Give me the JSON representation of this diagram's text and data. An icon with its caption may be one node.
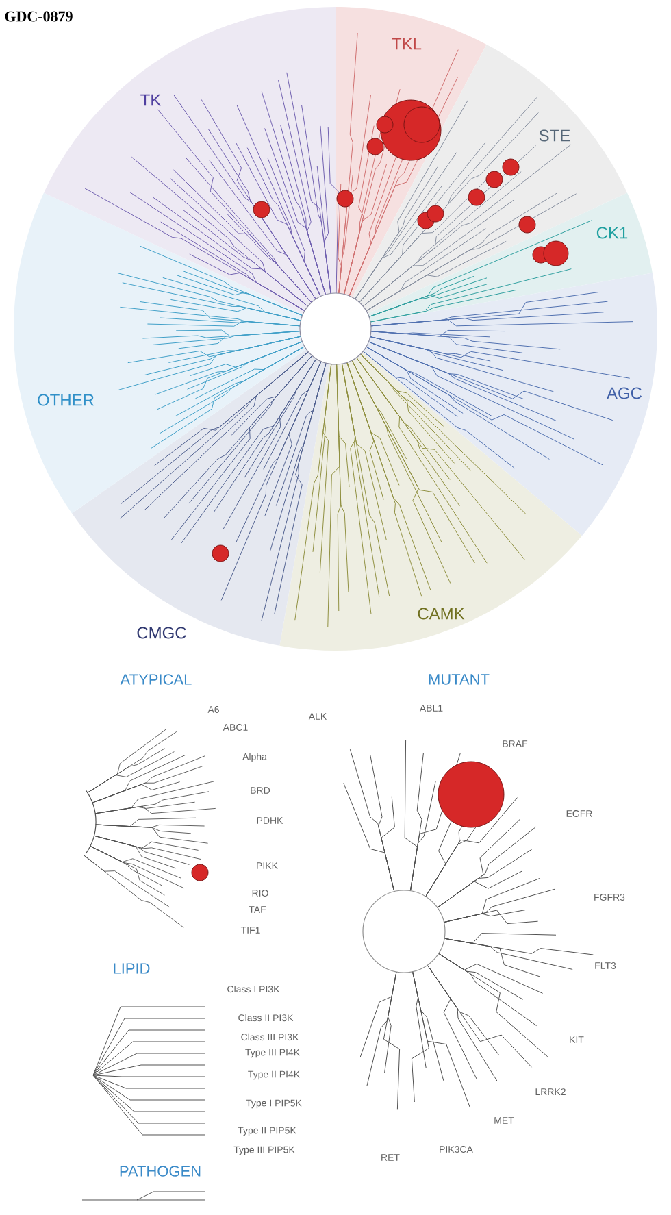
{
  "diagram": {
    "title": "GDC-0879",
    "labels": [
      "TKL",
      "TK",
      "STE",
      "CK1",
      "AGC",
      "OTHER",
      "CAMK",
      "CMGC",
      "ATYPICAL",
      "A6",
      "ABC1",
      "Alpha",
      "BRD",
      "PDHK",
      "PIKK",
      "RIO",
      "TAF",
      "TIF1",
      "LIPID",
      "Class I PI3K",
      "Class II PI3K",
      "Class III PI3K",
      "Type III PI4K",
      "Type II PI4K",
      "Type I PIP5K",
      "Type II PIP5K",
      "Type III PIP5K",
      "PATHOGEN",
      "MUTANT",
      "ABL1",
      "ALK",
      "BRAF",
      "EGFR",
      "FGFR3",
      "FLT3",
      "KIT",
      "LRRK2",
      "MET",
      "PIK3CA",
      "RET"
    ]
  }
}
